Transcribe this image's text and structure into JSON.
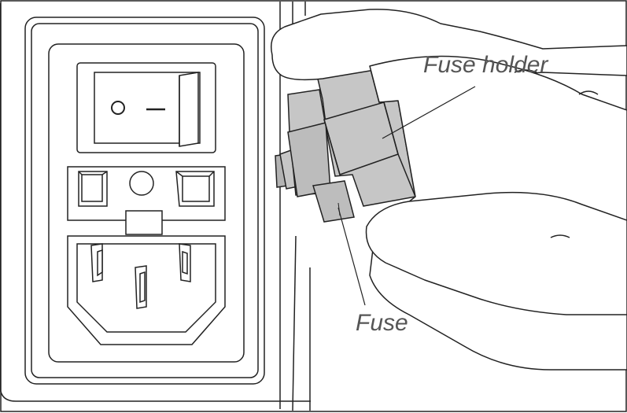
{
  "labels": {
    "fuse_holder": "Fuse holder",
    "fuse": "Fuse"
  },
  "switch": {
    "off_symbol": "O",
    "on_symbol": "I"
  },
  "colors": {
    "line": "#222222",
    "part_fill": "#c6c6c6",
    "part_fill_dark": "#b3b3b3",
    "background": "#ffffff",
    "label_text": "#555555"
  }
}
